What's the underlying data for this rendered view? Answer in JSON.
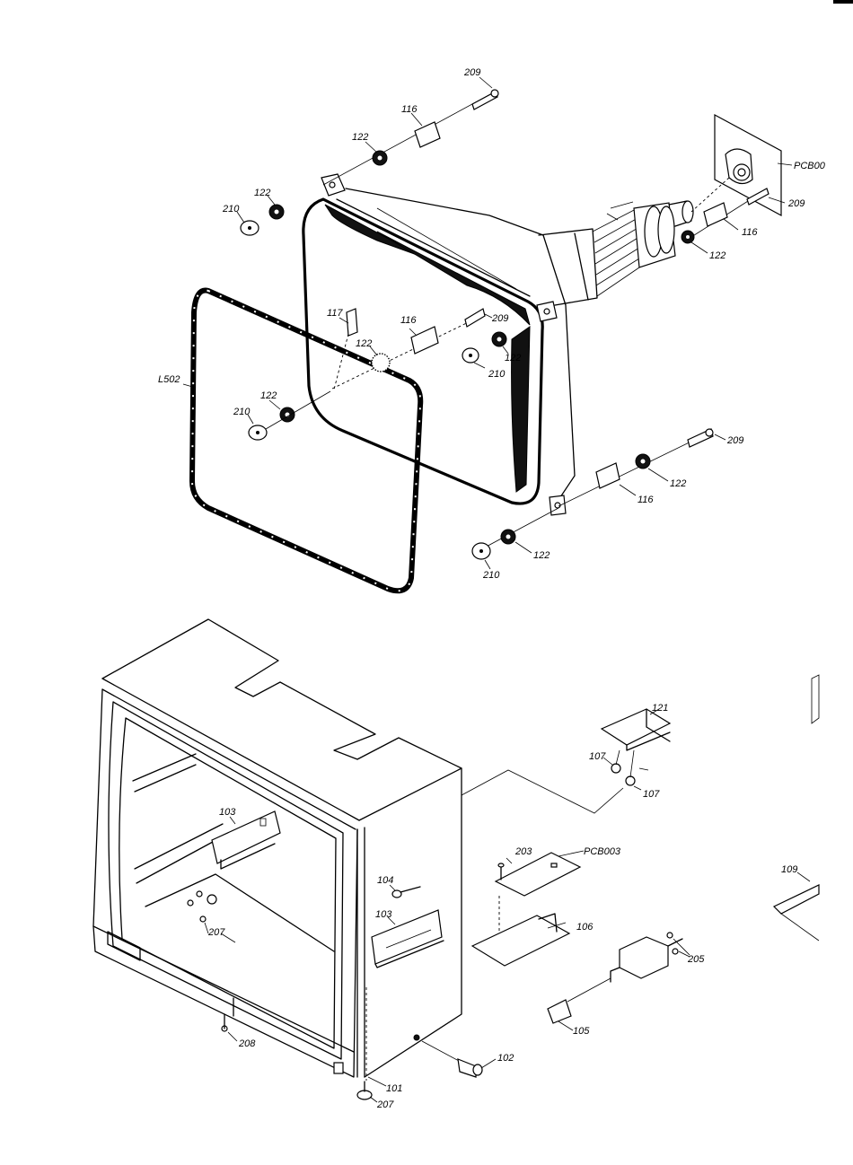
{
  "labels": {
    "l209_top": "209",
    "l116_top": "116",
    "l122_top": "122",
    "l122_left": "122",
    "l210_left": "210",
    "lPCB_top": "PCB00",
    "l209_right": "209",
    "l116_right": "116",
    "l122_right": "122",
    "l117": "117",
    "l116_mid": "116",
    "l209_mid": "209",
    "l122_mid": "122",
    "l122_mid2": "122",
    "l210_mid": "210",
    "lL502": "L502",
    "l122_low": "122",
    "l210_low": "210",
    "l209_br": "209",
    "l122_br": "122",
    "l116_br": "116",
    "l122_bot": "122",
    "l210_bot": "210",
    "l121": "121",
    "l107a": "107",
    "l107b": "107",
    "l103a": "103",
    "l104": "104",
    "l103b": "103",
    "l207a": "207",
    "l203": "203",
    "lPCB003": "PCB003",
    "l106": "106",
    "l205": "205",
    "l105": "105",
    "l109": "109",
    "l102": "102",
    "l101": "101",
    "l208": "208",
    "l207b": "207"
  }
}
